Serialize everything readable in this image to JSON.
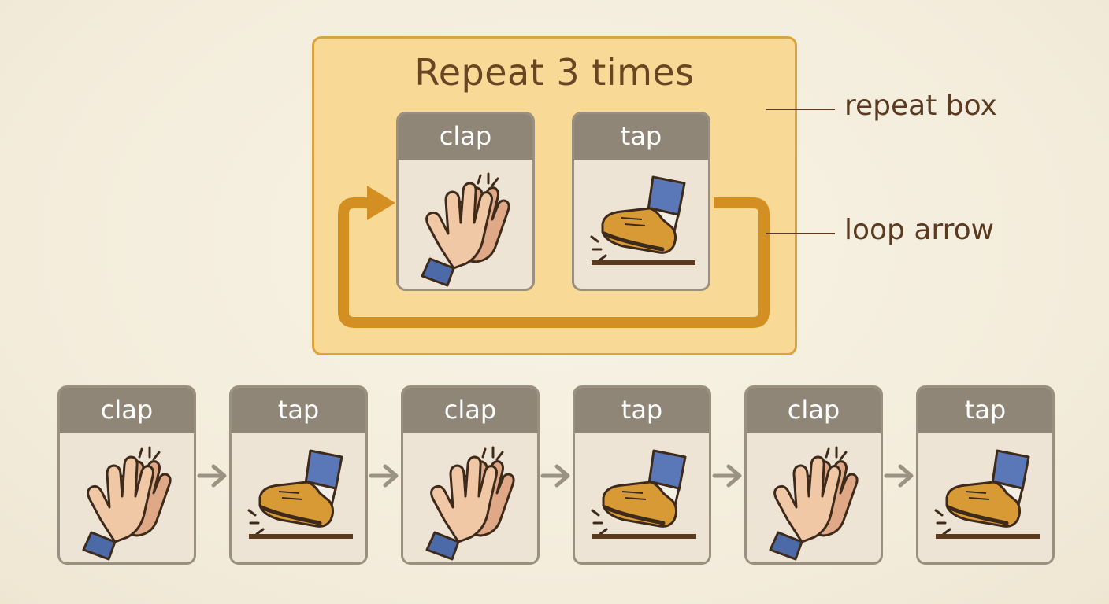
{
  "repeat": {
    "title": "Repeat 3 times",
    "count": 3
  },
  "loop_cards": [
    {
      "label": "clap",
      "icon": "clap-icon"
    },
    {
      "label": "tap",
      "icon": "foot-tap-icon"
    }
  ],
  "callouts": {
    "repeat_box": "repeat box",
    "loop_arrow": "loop arrow"
  },
  "sequence": [
    {
      "label": "clap",
      "icon": "clap-icon"
    },
    {
      "label": "tap",
      "icon": "foot-tap-icon"
    },
    {
      "label": "clap",
      "icon": "clap-icon"
    },
    {
      "label": "tap",
      "icon": "foot-tap-icon"
    },
    {
      "label": "clap",
      "icon": "clap-icon"
    },
    {
      "label": "tap",
      "icon": "foot-tap-icon"
    }
  ],
  "colors": {
    "repeat_fill": "#f8d995",
    "repeat_border": "#d9a33f",
    "loop_arrow": "#d38f21",
    "card_header": "#8f8677",
    "card_body": "#ede4d6",
    "connector": "#9b9284"
  }
}
